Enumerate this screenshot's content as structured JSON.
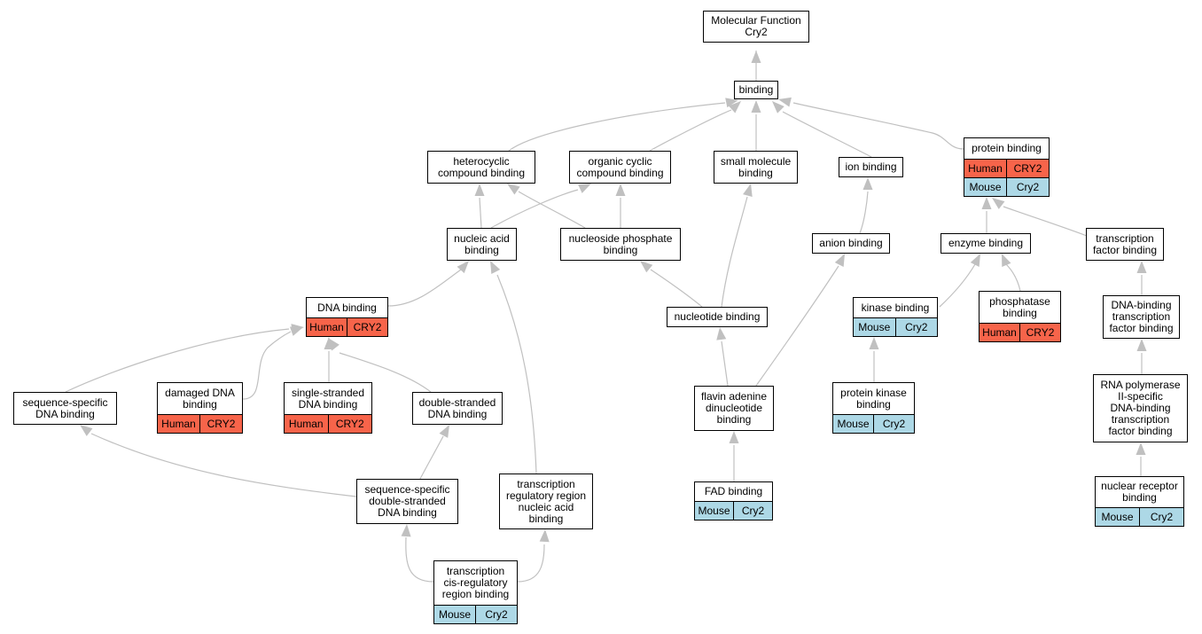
{
  "colors": {
    "human": "#f7644a",
    "mouse": "#add8e6",
    "edge": "#c0c0c0",
    "border": "#000000"
  },
  "nodes": {
    "mf": {
      "label": "Molecular Function\nCry2"
    },
    "binding": {
      "label": "binding"
    },
    "heterocyclic": {
      "label": "heterocyclic\ncompound binding"
    },
    "organic_cyclic": {
      "label": "organic cyclic\ncompound binding"
    },
    "small_molecule": {
      "label": "small molecule\nbinding"
    },
    "ion": {
      "label": "ion binding"
    },
    "protein": {
      "label": "protein binding",
      "rows": [
        {
          "species": "Human",
          "gene": "CRY2",
          "color": "human"
        },
        {
          "species": "Mouse",
          "gene": "Cry2",
          "color": "mouse"
        }
      ]
    },
    "nucleic_acid": {
      "label": "nucleic acid\nbinding"
    },
    "nucleoside_phosphate": {
      "label": "nucleoside phosphate\nbinding"
    },
    "anion": {
      "label": "anion binding"
    },
    "enzyme": {
      "label": "enzyme binding"
    },
    "tf_binding": {
      "label": "transcription\nfactor binding"
    },
    "dna": {
      "label": "DNA binding",
      "rows": [
        {
          "species": "Human",
          "gene": "CRY2",
          "color": "human"
        }
      ]
    },
    "nucleotide": {
      "label": "nucleotide binding"
    },
    "kinase": {
      "label": "kinase binding",
      "rows": [
        {
          "species": "Mouse",
          "gene": "Cry2",
          "color": "mouse"
        }
      ]
    },
    "phosphatase": {
      "label": "phosphatase\nbinding",
      "rows": [
        {
          "species": "Human",
          "gene": "CRY2",
          "color": "human"
        }
      ]
    },
    "dbtf": {
      "label": "DNA-binding\ntranscription\nfactor binding"
    },
    "seq_specific": {
      "label": "sequence-specific\nDNA binding"
    },
    "damaged": {
      "label": "damaged DNA\nbinding",
      "rows": [
        {
          "species": "Human",
          "gene": "CRY2",
          "color": "human"
        }
      ]
    },
    "single": {
      "label": "single-stranded\nDNA binding",
      "rows": [
        {
          "species": "Human",
          "gene": "CRY2",
          "color": "human"
        }
      ]
    },
    "double": {
      "label": "double-stranded\nDNA binding"
    },
    "fad_dinuc": {
      "label": "flavin adenine\ndinucleotide\nbinding"
    },
    "protein_kinase": {
      "label": "protein kinase\nbinding",
      "rows": [
        {
          "species": "Mouse",
          "gene": "Cry2",
          "color": "mouse"
        }
      ]
    },
    "rnap2": {
      "label": "RNA polymerase\nII-specific\nDNA-binding\ntranscription\nfactor binding"
    },
    "seq_double": {
      "label": "sequence-specific\ndouble-stranded\nDNA binding"
    },
    "tr_region": {
      "label": "transcription\nregulatory region\nnucleic acid\nbinding"
    },
    "fad": {
      "label": "FAD binding",
      "rows": [
        {
          "species": "Mouse",
          "gene": "Cry2",
          "color": "mouse"
        }
      ]
    },
    "nuclear_receptor": {
      "label": "nuclear receptor\nbinding",
      "rows": [
        {
          "species": "Mouse",
          "gene": "Cry2",
          "color": "mouse"
        }
      ]
    },
    "cis_reg": {
      "label": "transcription\ncis-regulatory\nregion binding",
      "rows": [
        {
          "species": "Mouse",
          "gene": "Cry2",
          "color": "mouse"
        }
      ]
    }
  }
}
